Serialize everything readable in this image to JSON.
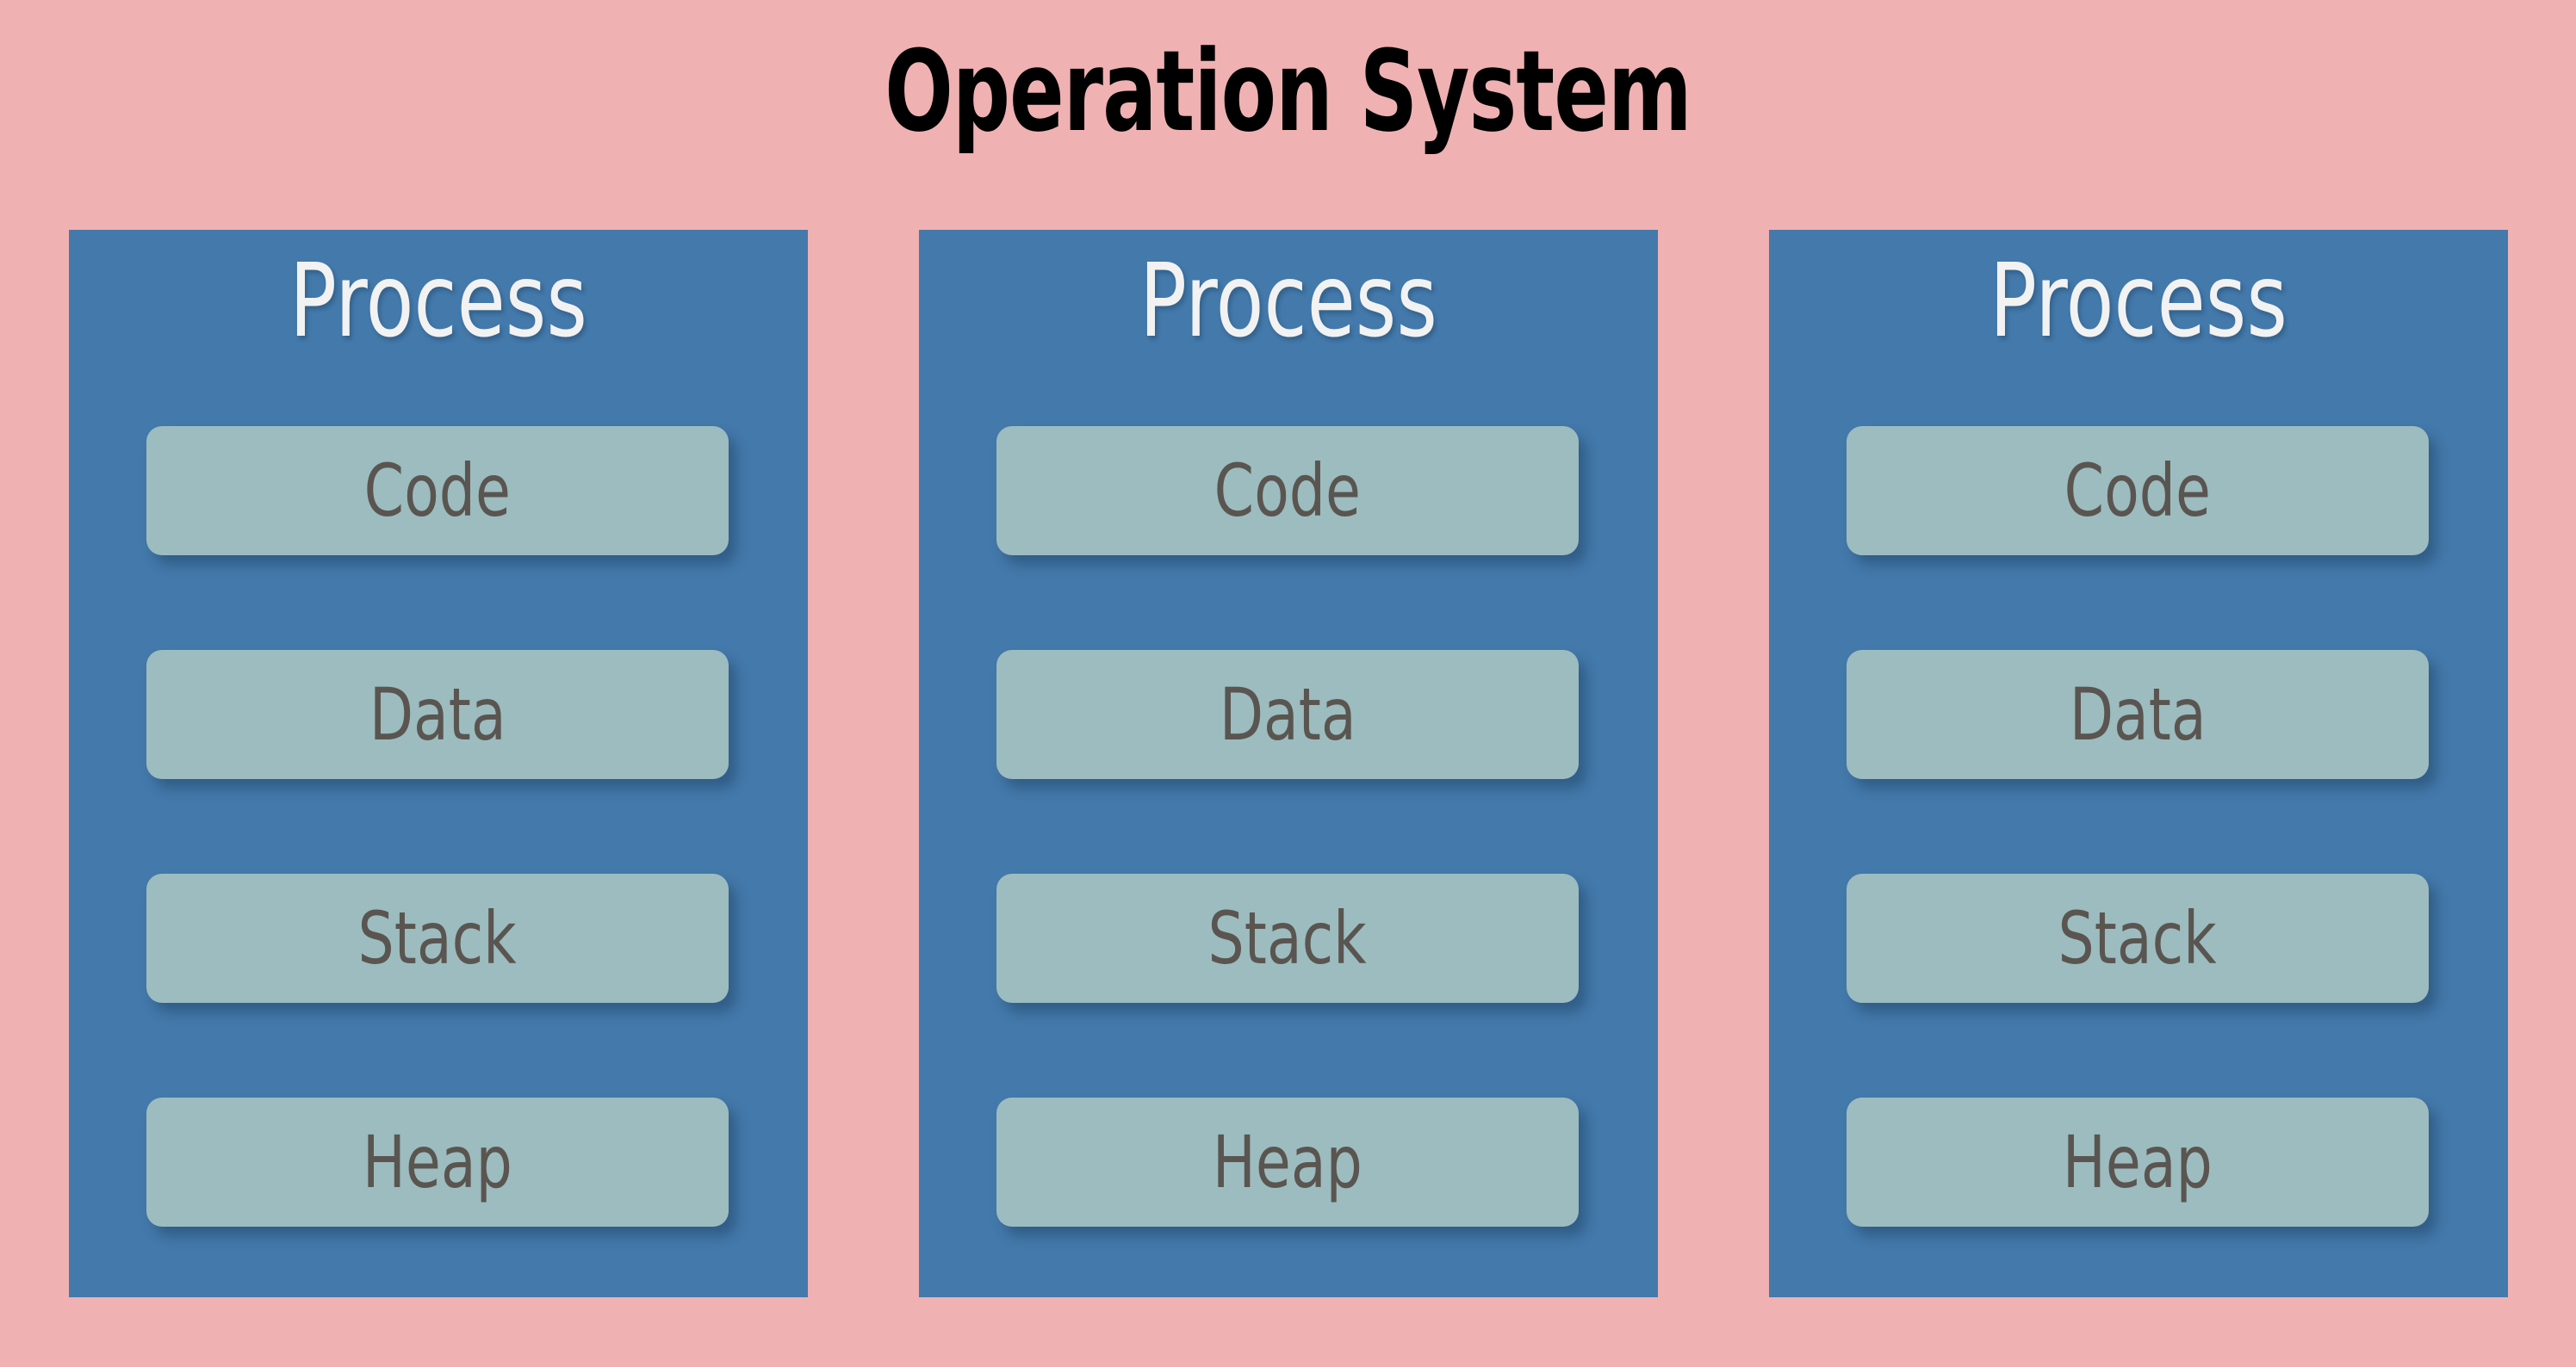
{
  "diagram": {
    "title": "Operation System",
    "background_color": "#F0B1B3",
    "process_box_color": "#4379AB",
    "segment_color": "#9CBCBF",
    "title_color": "#000000",
    "heading_color": "#F2F2F2",
    "segment_text_color": "#5A5550",
    "processes": [
      {
        "heading": "Process",
        "segments": [
          {
            "label": "Code"
          },
          {
            "label": "Data"
          },
          {
            "label": "Stack"
          },
          {
            "label": "Heap"
          }
        ]
      },
      {
        "heading": "Process",
        "segments": [
          {
            "label": "Code"
          },
          {
            "label": "Data"
          },
          {
            "label": "Stack"
          },
          {
            "label": "Heap"
          }
        ]
      },
      {
        "heading": "Process",
        "segments": [
          {
            "label": "Code"
          },
          {
            "label": "Data"
          },
          {
            "label": "Stack"
          },
          {
            "label": "Heap"
          }
        ]
      }
    ]
  }
}
